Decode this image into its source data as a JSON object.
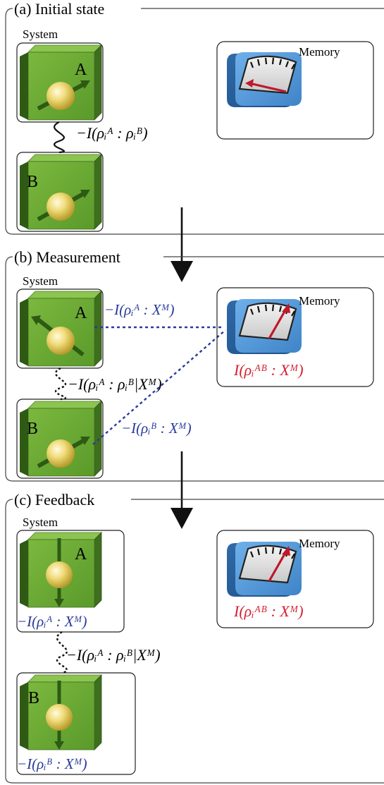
{
  "panels": [
    {
      "title": "(a) Initial state",
      "system_label": "System",
      "memory_label": "Memory",
      "cube_a_label": "A",
      "cube_b_label": "B",
      "coupling_formula": "−I(ρᵢᴬ : ρᵢᴮ)"
    },
    {
      "title": "(b) Measurement",
      "system_label": "System",
      "memory_label": "Memory",
      "cube_a_label": "A",
      "cube_b_label": "B",
      "coupling_formula": "−I(ρᵢᴬ : ρᵢᴮ|Xᴹ)",
      "formula_a_memory": "−I(ρᵢᴬ : Xᴹ)",
      "formula_b_memory": "−I(ρᵢᴮ : Xᴹ)",
      "memory_formula": "I(ρᵢᴬᴮ : Xᴹ)"
    },
    {
      "title": "(c) Feedback",
      "system_label": "System",
      "memory_label": "Memory",
      "cube_a_label": "A",
      "cube_b_label": "B",
      "coupling_formula": "−I(ρᵢᴬ : ρᵢᴮ|Xᴹ)",
      "formula_a": "−I(ρᵢᴬ : Xᴹ)",
      "formula_b": "−I(ρᵢᴮ : Xᴹ)",
      "memory_formula": "I(ρᵢᴬᴮ : Xᴹ)"
    }
  ],
  "colors": {
    "blue_formula": "#2a3a9a",
    "red_formula": "#d42030",
    "cube_front": "#6aa834",
    "cube_side": "#3f6e1e",
    "cube_top": "#8cc450",
    "meter_body": "#3f7fc0",
    "needle": "#c0182a"
  }
}
